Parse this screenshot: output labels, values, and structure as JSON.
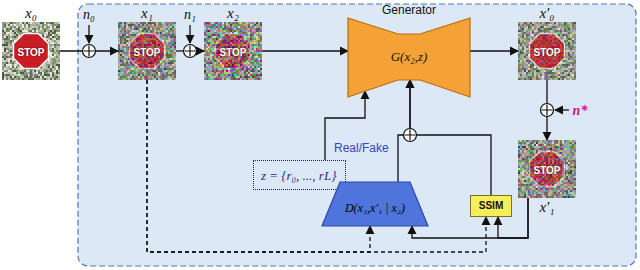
{
  "diagram": {
    "nodes": [
      {
        "text": [
          "x₀"
        ]
      },
      {
        "text": [
          "x₁"
        ]
      },
      {
        "text": [
          "x₂"
        ]
      },
      {
        "text": [
          "Generator",
          "G(x₂,z)"
        ]
      },
      {
        "text": [
          "x′₀"
        ]
      },
      {
        "text": [
          "x′₁"
        ]
      },
      {
        "text": [
          "z = {r₀, ..., rL}"
        ]
      },
      {
        "text": [
          "Real/Fake",
          "D(x₁,x′₁ | x₂)"
        ]
      },
      {
        "text": [
          "SSIM"
        ]
      }
    ],
    "edges": [
      {
        "from": 0,
        "to": 1,
        "arrow": "to"
      },
      {
        "from": 1,
        "to": 2,
        "arrow": "to"
      },
      {
        "from": 2,
        "to": 3,
        "arrow": "to"
      },
      {
        "from": 6,
        "to": 3,
        "arrow": "to"
      },
      {
        "from": 3,
        "to": 4,
        "arrow": "to"
      },
      {
        "from": 4,
        "to": 5,
        "arrow": "to"
      },
      {
        "from": 7,
        "to": 3,
        "arrow": "to"
      },
      {
        "from": 8,
        "to": 3,
        "arrow": "to"
      },
      {
        "from": 1,
        "to": 7,
        "arrow": "to"
      },
      {
        "from": 1,
        "to": 8,
        "arrow": "to"
      },
      {
        "from": 5,
        "to": 7,
        "arrow": "to"
      },
      {
        "from": 5,
        "to": 8,
        "arrow": "to"
      }
    ],
    "labels": [
      "n₀",
      "n₁",
      "n*",
      "STOP",
      "STOP",
      "STOP",
      "STOP",
      "STOP"
    ]
  }
}
